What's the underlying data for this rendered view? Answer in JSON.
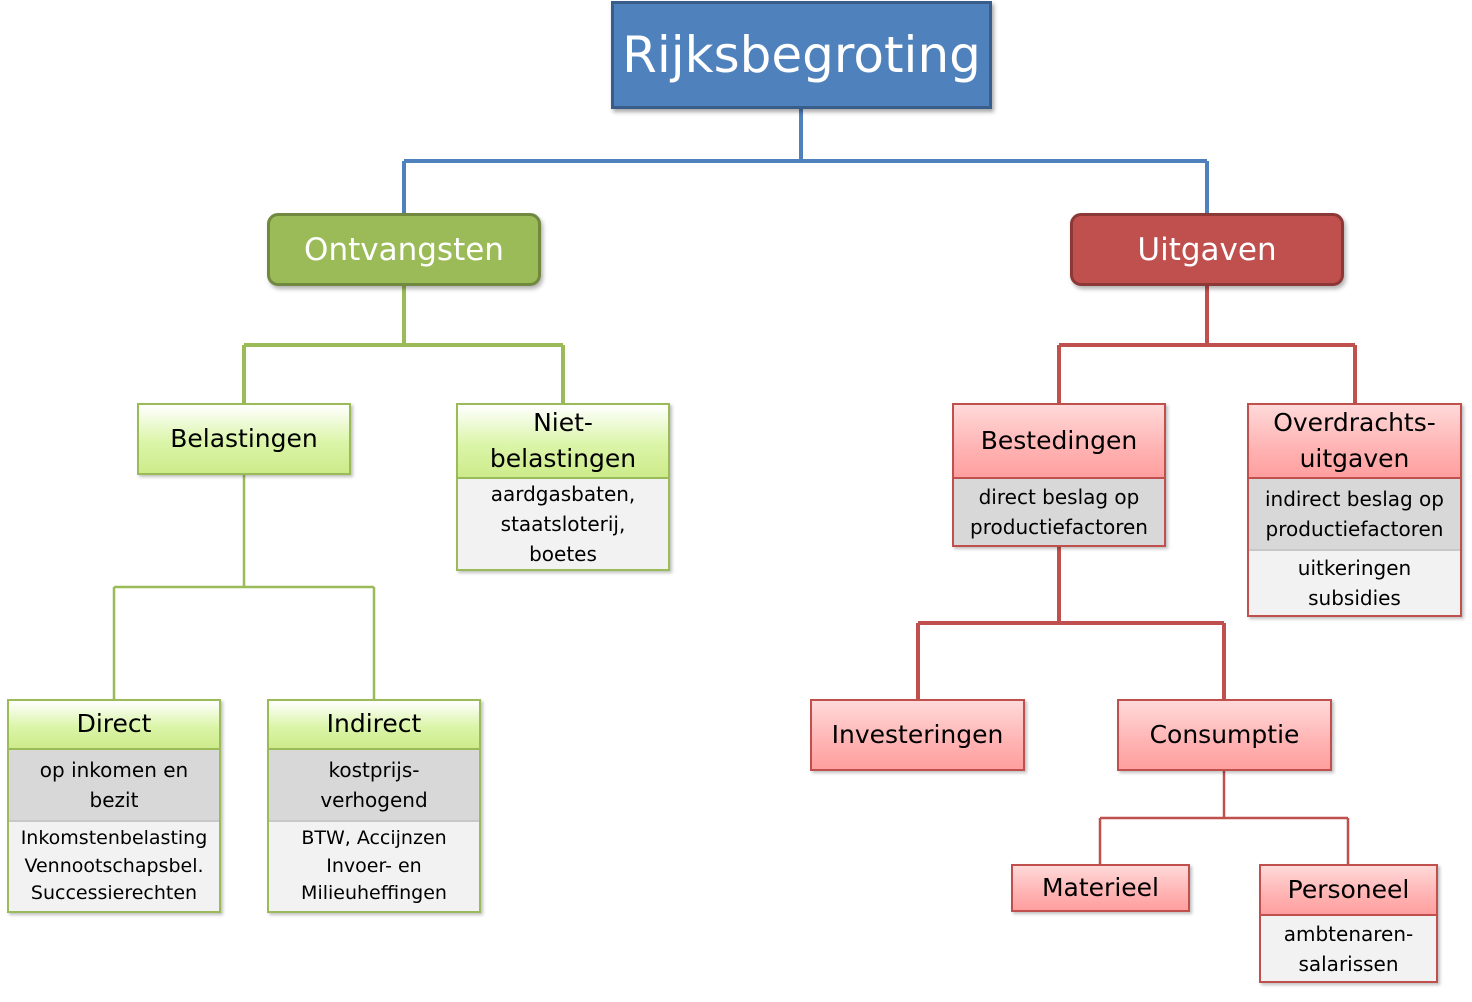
{
  "root": {
    "title": "Rijksbegroting"
  },
  "ontvangsten": {
    "title": "Ontvangsten",
    "belastingen": {
      "title": "Belastingen"
    },
    "niet_belastingen": {
      "title": "Niet-\nbelastingen",
      "detail": "aardgasbaten,\nstaatsloterij,\nboetes"
    },
    "direct": {
      "title": "Direct",
      "detail": "op inkomen en\nbezit",
      "examples": "Inkomstenbelasting\nVennootschapsbel.\nSuccessierechten"
    },
    "indirect": {
      "title": "Indirect",
      "detail": "kostprijs-\nverhogend",
      "examples": "BTW, Accijnzen\nInvoer- en\nMilieuheffingen"
    }
  },
  "uitgaven": {
    "title": "Uitgaven",
    "bestedingen": {
      "title": "Bestedingen",
      "detail": "direct beslag op\nproductiefactoren"
    },
    "overdrachts": {
      "title": "Overdrachts-\nuitgaven",
      "detail": "indirect beslag op\nproductiefactoren",
      "examples": "uitkeringen\nsubsidies"
    },
    "investeringen": {
      "title": "Investeringen"
    },
    "consumptie": {
      "title": "Consumptie"
    },
    "materieel": {
      "title": "Materieel"
    },
    "personeel": {
      "title": "Personeel",
      "detail": "ambtenaren-\nsalarissen"
    }
  },
  "colors": {
    "root": "#4f81bd",
    "ontvangsten": "#9bbb59",
    "uitgaven": "#c0504d",
    "connector_root": "#4f81bd",
    "connector_green": "#9bbb59",
    "connector_red": "#c0504d"
  }
}
